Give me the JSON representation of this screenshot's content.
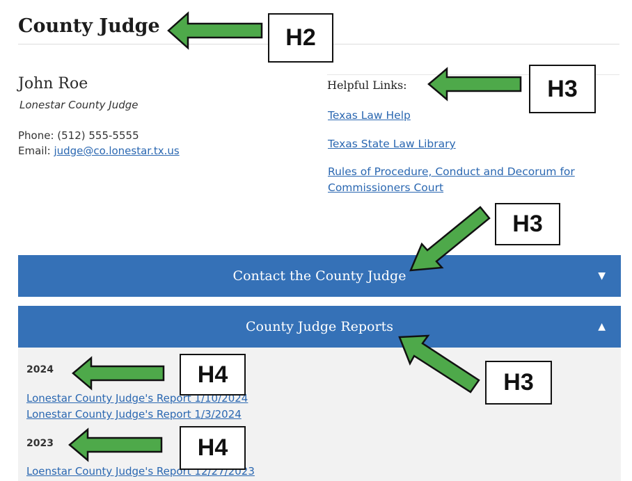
{
  "header": {
    "title": "County Judge"
  },
  "judge": {
    "name": "John Roe",
    "subtitle": "Lonestar County Judge",
    "phone_line": "Phone: (512) 555-5555",
    "email_label": "Email: ",
    "email": "judge@co.lonestar.tx.us"
  },
  "helpful_links": {
    "heading": "Helpful Links:",
    "items": [
      {
        "label": "Texas Law Help"
      },
      {
        "label": "Texas State Law Library"
      },
      {
        "label": "Rules of Procedure, Conduct and Decorum for Commissioners Court"
      }
    ]
  },
  "accordion": {
    "contact": {
      "label": "Contact the County Judge",
      "icon": "triangle-down-icon",
      "arrow": "▼"
    },
    "reports": {
      "label": "County Judge Reports",
      "icon": "triangle-up-icon",
      "arrow": "▲"
    }
  },
  "reports": {
    "years": [
      {
        "year": "2024",
        "links": [
          "Lonestar County Judge's Report 1/10/2024",
          "Lonestar County Judge's Report 1/3/2024"
        ]
      },
      {
        "year": "2023",
        "links": [
          "Loenstar County Judge's Report 12/27/2023"
        ]
      }
    ]
  },
  "annotations": {
    "h2": "H2",
    "h3_links": "H3",
    "h3_contact": "H3",
    "h3_reports": "H3",
    "h4_2024": "H4",
    "h4_2023": "H4",
    "arrow_color": "#4ea94a",
    "arrow_outline": "#111111"
  },
  "colors": {
    "accordion_bg": "#3571b7",
    "link": "#2a67b1",
    "panel_bg": "#f2f2f2"
  }
}
